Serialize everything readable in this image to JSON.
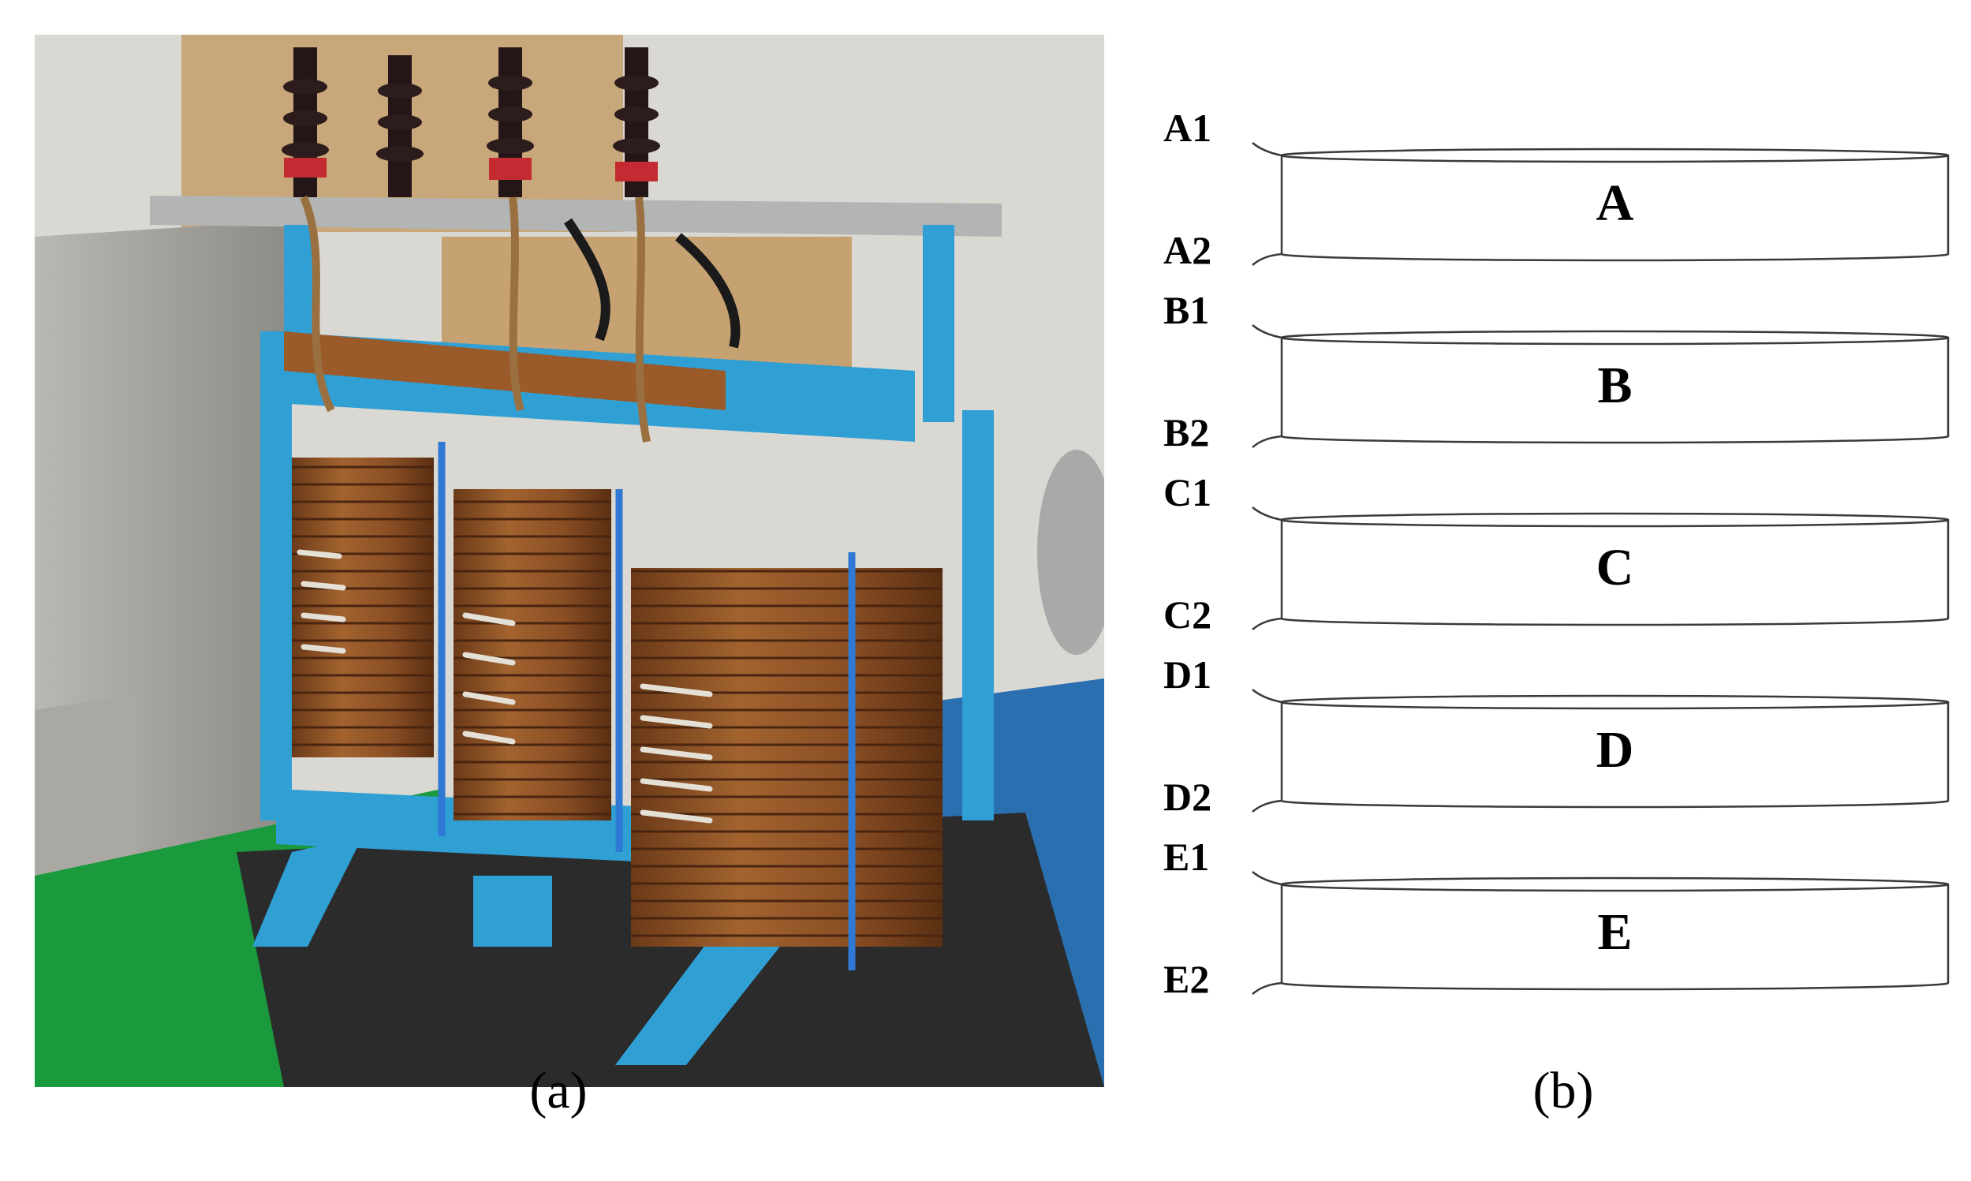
{
  "figure": {
    "panel_a": {
      "caption": "(a)"
    },
    "panel_b": {
      "caption": "(b)",
      "windings": [
        {
          "label": "A",
          "top_terminal": "A1",
          "bottom_terminal": "A2"
        },
        {
          "label": "B",
          "top_terminal": "B1",
          "bottom_terminal": "B2"
        },
        {
          "label": "C",
          "top_terminal": "C1",
          "bottom_terminal": "C2"
        },
        {
          "label": "D",
          "top_terminal": "D1",
          "bottom_terminal": "D2"
        },
        {
          "label": "E",
          "top_terminal": "E1",
          "bottom_terminal": "E2"
        }
      ]
    }
  },
  "colors": {
    "frame_blue": "#2f9fd4",
    "coil_brown": "#8a4e24",
    "floor_green": "#1a9a3c",
    "wall_grey": "#9a9a96",
    "line": "#3a3a3a"
  }
}
